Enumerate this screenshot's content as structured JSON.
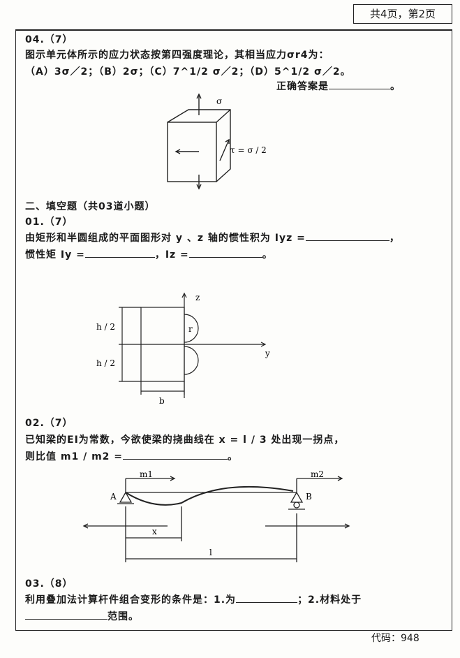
{
  "page_header": "共4页，第2页",
  "q4": {
    "number": "04.（7）",
    "stem": "图示单元体所示的应力状态按第四强度理论，其相当应力σr4为：",
    "options": "（A）3σ／2；（B）2σ；（C）7^1/2 σ／2；（D）5^1/2 σ／2。",
    "answer_label": "正确答案是",
    "answer_end": "。",
    "fig": {
      "sigma": "σ",
      "tau": "τ = σ / 2"
    }
  },
  "section2": {
    "title": "二、填空题（共03道小题）"
  },
  "f1": {
    "number": "01.（7）",
    "line1": "由矩形和半圆组成的平面图形对 y 、z 轴的惯性积为 Iyz =",
    "line1_end": "，",
    "line2_a": "惯性矩 Iy =",
    "line2_b": "，Iz =",
    "line2_end": "。",
    "fig": {
      "z": "z",
      "y": "y",
      "h_top": "h / 2",
      "h_bottom": "h / 2",
      "b": "b",
      "r": "r"
    }
  },
  "f2": {
    "number": "02.（7）",
    "line1": "已知梁的EI为常数，今欲使梁的挠曲线在 x = l / 3 处出现一拐点，",
    "line2": "则比值  m1 / m2 =",
    "line2_end": "。",
    "fig": {
      "m1": "m1",
      "m2": "m2",
      "A": "A",
      "B": "B",
      "x": "x",
      "l": "l"
    }
  },
  "f3": {
    "number": "03.（8）",
    "line1_a": "利用叠加法计算杆件组合变形的条件是：1.为",
    "line1_b": "；2.材料处于",
    "line2_end": "范围。"
  },
  "footer_code": "代码：948"
}
